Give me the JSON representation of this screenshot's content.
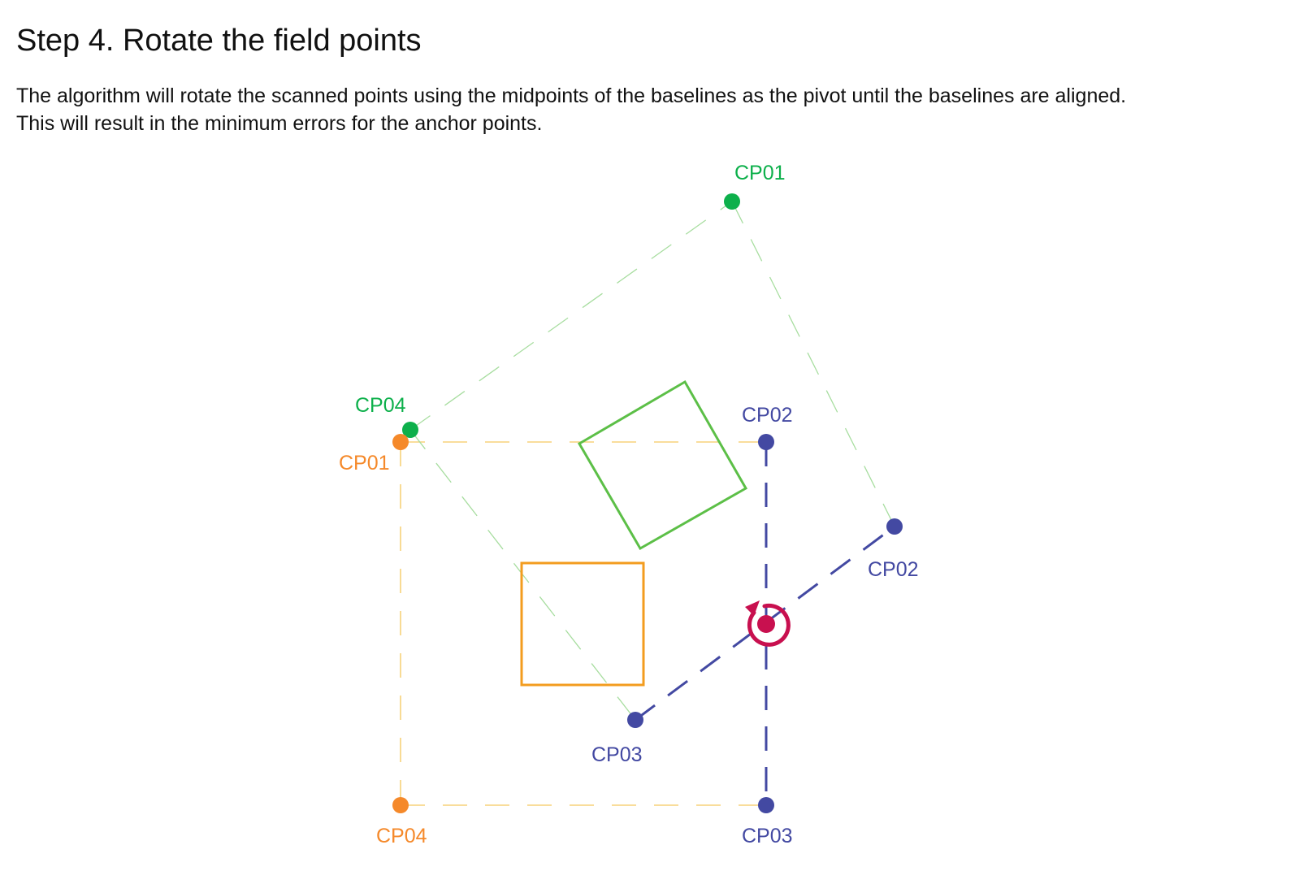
{
  "title": "Step 4. Rotate the field points",
  "description": {
    "line1": "The algorithm will rotate the scanned points using the midpoints of the baselines as the pivot until the baselines are aligned.",
    "line2": "This will result in the minimum errors for the anchor points."
  },
  "colors": {
    "green": "#0db04b",
    "green_outline": "#5cbf47",
    "orange": "#f5892a",
    "orange_outline": "#f39c1f",
    "orange_dashed": "#f7d27a",
    "blue": "#4349a2",
    "pivot": "#c8104f"
  },
  "scanned_points": {
    "cp01": "CP01",
    "cp04": "CP04"
  },
  "design_points": {
    "cp01": "CP01",
    "cp04": "CP04"
  },
  "design_baseline": {
    "cp02": "CP02",
    "cp03": "CP03"
  },
  "scanned_baseline": {
    "cp02": "CP02",
    "cp03": "CP03"
  },
  "pivot": {
    "icon": "rotate-icon"
  }
}
